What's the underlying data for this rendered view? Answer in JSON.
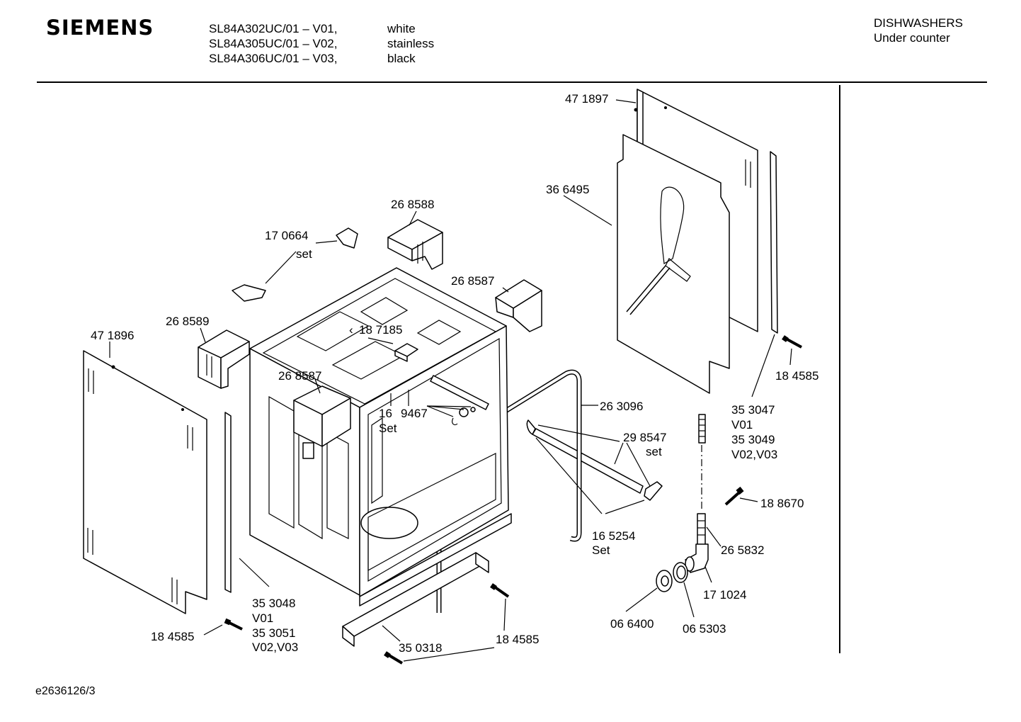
{
  "header": {
    "brand": "SIEMENS",
    "models": [
      {
        "code": "SL84A302UC/01 – V01,",
        "variant": "white"
      },
      {
        "code": "SL84A305UC/01 – V02,",
        "variant": "stainless"
      },
      {
        "code": "SL84A306UC/01 – V03,",
        "variant": "black"
      }
    ],
    "category_line1": "DISHWASHERS",
    "category_line2": "Under counter"
  },
  "footer": {
    "drawing_id": "e2636126/3"
  },
  "parts": {
    "p471897": "47 1897",
    "p366495": "36 6495",
    "p268588": "26 8588",
    "p170664": "17 0664",
    "p170664_set": "set",
    "p268587_a": "26 8587",
    "p268589": "26 8589",
    "p471896": "47 1896",
    "p187185": "18 7185",
    "p268587_b": "26 8587",
    "p169467_a": "16",
    "p169467_b": "9467",
    "p169467_set": "Set",
    "p263096": "26 3096",
    "p298547": "29 8547",
    "p298547_set": "set",
    "p184585_r": "18 4585",
    "p353047": "35 3047",
    "p353047_v": "V01",
    "p353049": "35 3049",
    "p353049_v": "V02,V03",
    "p188670": "18 8670",
    "p165254": "16 5254",
    "p165254_set": "Set",
    "p265832": "26 5832",
    "p171024": "17 1024",
    "p066400": "06 6400",
    "p065303": "06 5303",
    "p353048": "35 3048",
    "p353048_v": "V01",
    "p353051": "35 3051",
    "p353051_v": "V02,V03",
    "p184585_l": "18 4585",
    "p350318": "35 0318",
    "p184585_b": "18 4585"
  }
}
